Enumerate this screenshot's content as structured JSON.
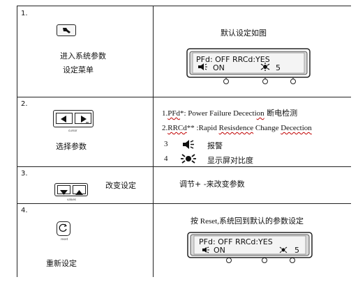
{
  "rows": [
    {
      "number": "1.",
      "left_text": [
        "进入系统参数",
        "设定菜单"
      ],
      "right_title": "默认设定如图"
    },
    {
      "number": "2.",
      "left_text": "选择参数",
      "button_caption": "cursor",
      "notes": {
        "line1_prefix": "1.",
        "line1_code": "PFd",
        "line1_rest": "*: Power Failure Dececti",
        "line1_code2": "on",
        "line1_cjk": " 断电检测",
        "line2_prefix": "2.",
        "line2_code": "RRCd",
        "line2_rest": "** :Rapid ",
        "line2_word1": "Resisdence",
        "line2_mid": " Change ",
        "line2_word2": "Decection",
        "line3_num": "3",
        "line3_label": "报警",
        "line4_num": "4",
        "line4_label": "显示屏对比度"
      }
    },
    {
      "number": "3.",
      "left_text": "改变设定",
      "button_caption": "values",
      "right_text": "调节+ -来改变参数"
    },
    {
      "number": "4.",
      "left_text": "重新设定",
      "button_caption": "reset",
      "right_title": "按 Reset,系统回到默认的参数设定"
    }
  ],
  "lcd": {
    "line1": "PFd: OFF RRCd:YES",
    "line2_state": "ON",
    "line2_value": "5"
  }
}
